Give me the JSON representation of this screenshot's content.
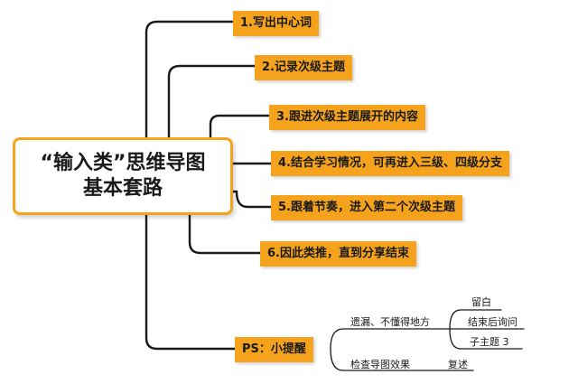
{
  "root": {
    "line1": "“输入类”思维导图",
    "line2": "基本套路"
  },
  "steps": [
    "1.写出中心词",
    "2.记录次级主题",
    "3.跟进次级主题展开的内容",
    "4.结合学习情况，可再进入三级、四级分支",
    "5.跟着节奏，进入第二个次级主题",
    "6.因此类推，直到分享结束"
  ],
  "ps": {
    "label": "PS：小提醒",
    "branch_a": "遗漏、不懂得地方",
    "branch_a_children": [
      "留白",
      "结束后询问",
      "子主题 3"
    ],
    "branch_b": "检查导图效果",
    "branch_b_child": "复述"
  },
  "colors": {
    "node_fill": "#f5a31c",
    "line": "#1a1a1a"
  }
}
